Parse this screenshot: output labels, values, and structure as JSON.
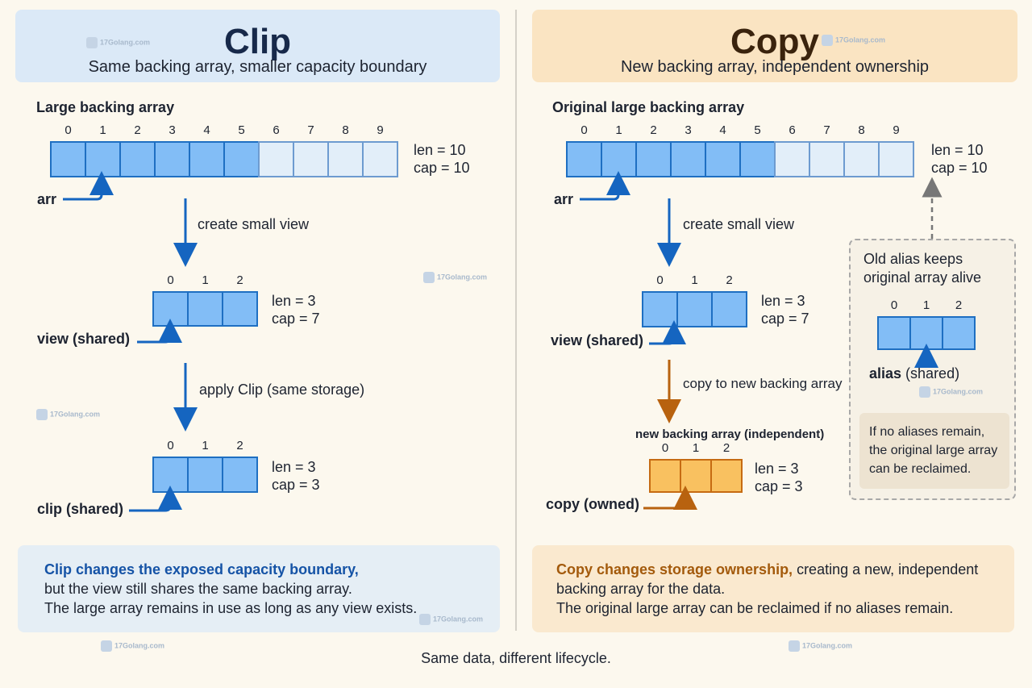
{
  "clip": {
    "title": "Clip",
    "subtitle": "Same backing array, smaller capacity boundary",
    "large_label": "Large backing array",
    "large_len": "len = 10",
    "large_cap": "cap = 10",
    "arr_label": "arr",
    "step1": "create small view",
    "view_len": "len = 3",
    "view_cap": "cap = 7",
    "view_label": "view (shared)",
    "step2": "apply Clip (same storage)",
    "clip_len": "len = 3",
    "clip_cap": "cap = 3",
    "clip_label": "clip (shared)",
    "note_bold": "Clip changes the exposed capacity boundary,",
    "note_line2": "but the view still shares the same backing array.",
    "note_line3": "The large array remains in use as long as any view exists."
  },
  "copy": {
    "title": "Copy",
    "subtitle": "New backing array, independent ownership",
    "large_label": "Original large backing array",
    "large_len": "len = 10",
    "large_cap": "cap = 10",
    "arr_label": "arr",
    "step1": "create small view",
    "view_len": "len = 3",
    "view_cap": "cap = 7",
    "view_label": "view (shared)",
    "step2": "copy to new backing array",
    "new_label": "new backing array (independent)",
    "copy_len": "len = 3",
    "copy_cap": "cap = 3",
    "copy_label": "copy (owned)",
    "alias_title_1": "Old alias keeps",
    "alias_title_2": "original array alive",
    "alias_bold": "alias",
    "alias_rest": " (shared)",
    "reclaim_1": "If no aliases remain,",
    "reclaim_2": "the original large array",
    "reclaim_3": "can be reclaimed.",
    "note_bold": "Copy changes storage ownership,",
    "note_rest": " creating a new, independent",
    "note_line2": "backing array for the data.",
    "note_line3": "The original large array can be reclaimed if no aliases remain."
  },
  "indices10": [
    "0",
    "1",
    "2",
    "3",
    "4",
    "5",
    "6",
    "7",
    "8",
    "9"
  ],
  "indices3": [
    "0",
    "1",
    "2"
  ],
  "footer": "Same data, different lifecycle.",
  "watermark": "17Golang.com",
  "colors": {
    "clip_accent": "#1553a6",
    "copy_accent": "#a35a0c",
    "arrow_blue": "#1565c0",
    "arrow_orange": "#b8620f",
    "cell_blue": "#82bdf6",
    "cell_light": "#e2eef9",
    "cell_orange": "#f9c160"
  }
}
